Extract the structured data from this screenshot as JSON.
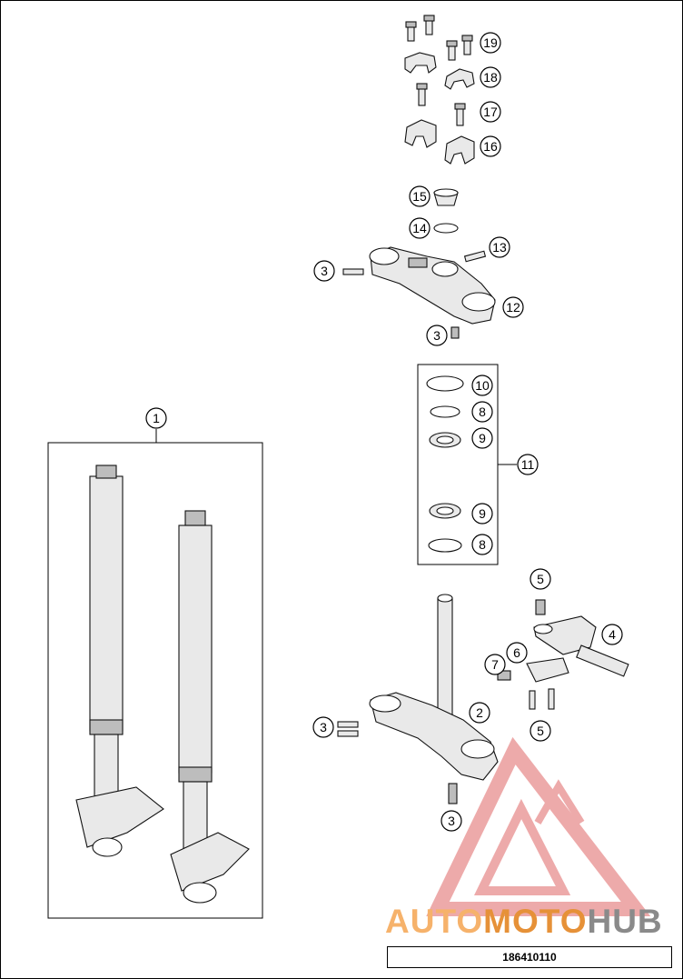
{
  "callouts": [
    {
      "label": "19"
    },
    {
      "label": "18"
    },
    {
      "label": "17"
    },
    {
      "label": "16"
    },
    {
      "label": "15"
    },
    {
      "label": "14"
    },
    {
      "label": "13"
    },
    {
      "label": "3"
    },
    {
      "label": "12"
    },
    {
      "label": "3"
    },
    {
      "label": "10"
    },
    {
      "label": "8"
    },
    {
      "label": "9"
    },
    {
      "label": "11"
    },
    {
      "label": "9"
    },
    {
      "label": "8"
    },
    {
      "label": "1"
    },
    {
      "label": "5"
    },
    {
      "label": "4"
    },
    {
      "label": "6"
    },
    {
      "label": "7"
    },
    {
      "label": "2"
    },
    {
      "label": "3"
    },
    {
      "label": "5"
    },
    {
      "label": "3"
    }
  ],
  "watermark": {
    "part1": "AUTO",
    "part2": "MOTO",
    "part3": "HUB",
    "colors": [
      "#f6b26b",
      "#e69138",
      "#8a8a8a",
      "#ea9999"
    ]
  },
  "document": {
    "number": "186410110"
  }
}
